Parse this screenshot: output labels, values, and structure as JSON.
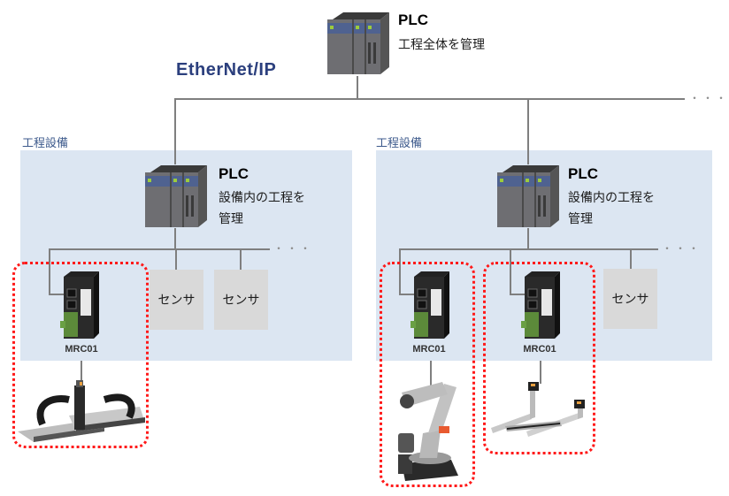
{
  "network": {
    "protocol_logo": "EtherNet/IP",
    "logo_colors": {
      "text": "#2b3f7d",
      "accent": "#e8a418"
    },
    "bus_continuation": "・・・"
  },
  "top_plc": {
    "icon": "plc-icon",
    "title": "PLC",
    "description": "工程全体を管理"
  },
  "zones": [
    {
      "label": "工程設備",
      "plc": {
        "icon": "plc-icon",
        "title": "PLC",
        "description_line1": "設備内の工程を",
        "description_line2": "管理"
      },
      "bus_continuation": "・・・",
      "devices": [
        {
          "type": "controller",
          "icon": "mrc01-controller-icon",
          "label": "MRC01",
          "actuator_icon": "xy-gantry-icon",
          "highlighted": true
        },
        {
          "type": "sensor",
          "label": "センサ"
        },
        {
          "type": "sensor",
          "label": "センサ"
        }
      ]
    },
    {
      "label": "工程設備",
      "plc": {
        "icon": "plc-icon",
        "title": "PLC",
        "description_line1": "設備内の工程を",
        "description_line2": "管理"
      },
      "bus_continuation": "・・・",
      "devices": [
        {
          "type": "controller",
          "icon": "mrc01-controller-icon",
          "label": "MRC01",
          "actuator_icon": "articulated-robot-arm-icon",
          "highlighted": true
        },
        {
          "type": "controller",
          "icon": "mrc01-controller-icon",
          "label": "MRC01",
          "actuator_icon": "h-gantry-icon",
          "highlighted": true
        },
        {
          "type": "sensor",
          "label": "センサ"
        }
      ]
    }
  ],
  "colors": {
    "zone_fill": "#dce6f2",
    "zone_label": "#3d5a8c",
    "wire": "#7f7f7f",
    "sensor_fill": "#d9d9d9",
    "highlight": "#ff1a1a"
  }
}
